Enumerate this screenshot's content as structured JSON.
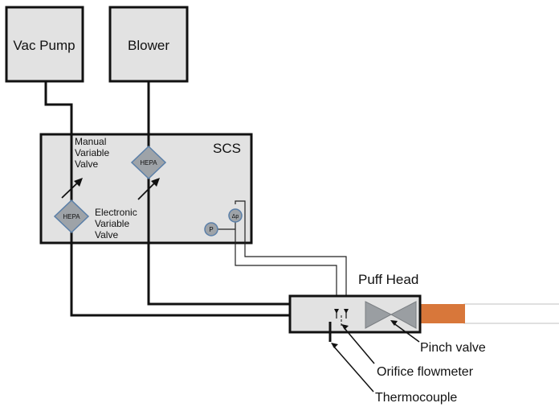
{
  "components": {
    "vac_pump": "Vac Pump",
    "blower": "Blower",
    "scs": "SCS",
    "manual_valve": [
      "Manual",
      "Variable",
      "Valve"
    ],
    "electronic_valve": [
      "Electronic",
      "Variable",
      "Valve"
    ],
    "hepa": "HEPA",
    "pressure_sensor": "P",
    "dp_sensor": "Δp",
    "puff_head": "Puff Head",
    "pinch_valve": "Pinch valve",
    "orifice_flowmeter": "Orifice flowmeter",
    "thermocouple": "Thermocouple"
  },
  "colors": {
    "box_fill": "#e2e2e2",
    "outline": "#111111",
    "hepa_fill": "#9ea3a8",
    "hepa_stroke": "#5a7fa8",
    "valve_fill": "#9a9ea2",
    "valve_stroke": "#7a7e82",
    "cigarette_tip": "#d8773a",
    "cigarette_body": "#ffffff"
  }
}
